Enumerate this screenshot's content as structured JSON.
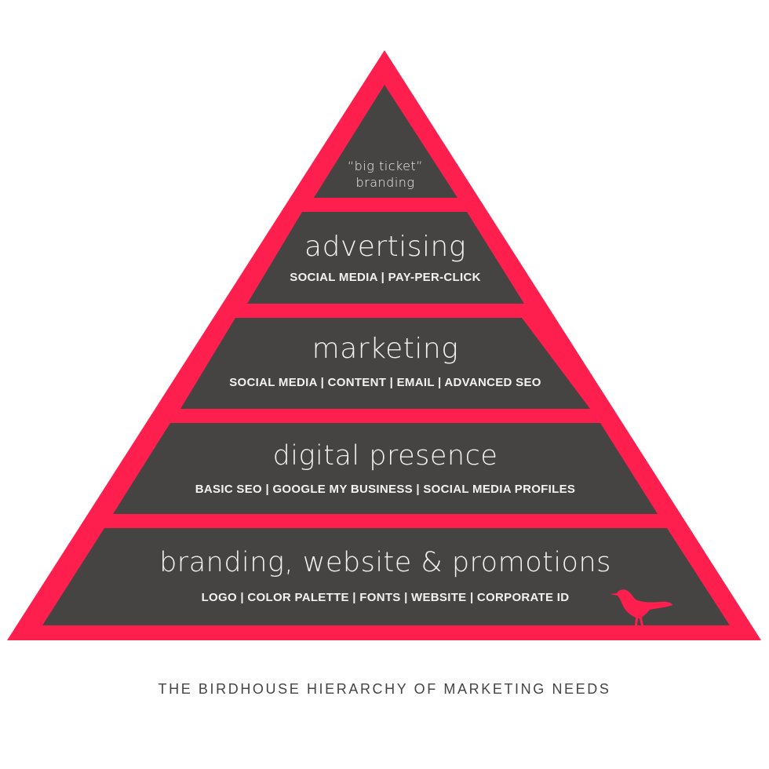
{
  "colors": {
    "accent_red": "#FF1F4F",
    "band_gray": "#454443",
    "band_text": "#F2F2F2",
    "caption_text": "#444444",
    "background": "#FFFFFF"
  },
  "pyramid": {
    "tiers": [
      {
        "level": 5,
        "title_line1": "“big ticket”",
        "title_line2": "branding",
        "subtitle": ""
      },
      {
        "level": 4,
        "title": "advertising",
        "subtitle": "SOCIAL MEDIA | PAY-PER-CLICK"
      },
      {
        "level": 3,
        "title": "marketing",
        "subtitle": "SOCIAL MEDIA | CONTENT | EMAIL | ADVANCED SEO"
      },
      {
        "level": 2,
        "title": "digital presence",
        "subtitle": "BASIC SEO | GOOGLE MY BUSINESS | SOCIAL MEDIA PROFILES"
      },
      {
        "level": 1,
        "title": "branding, website & promotions",
        "subtitle": "LOGO | COLOR PALETTE | FONTS | WEBSITE | CORPORATE ID"
      }
    ],
    "logo_icon": "bird-icon"
  },
  "caption": "THE BIRDHOUSE HIERARCHY OF MARKETING NEEDS"
}
